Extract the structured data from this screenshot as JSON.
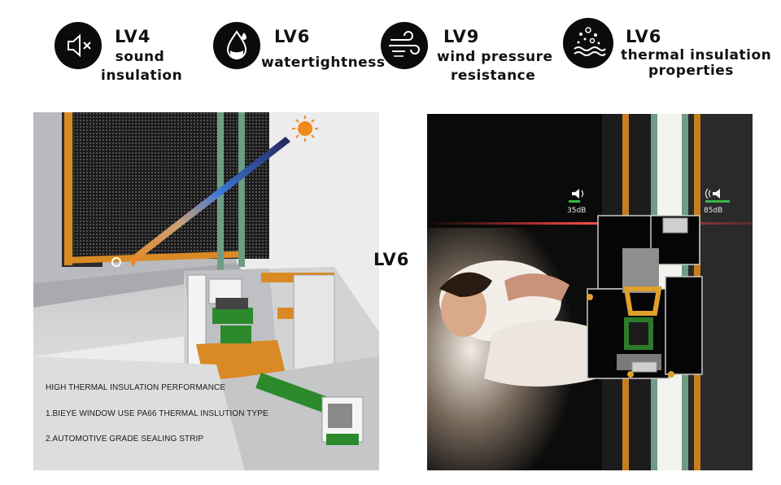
{
  "badges": [
    {
      "icon": "speaker-mute-icon",
      "level": "LV4",
      "line1": "sound",
      "line2": "insulation"
    },
    {
      "icon": "water-drop-icon",
      "level": "LV6",
      "line1": "watertightness",
      "line2": ""
    },
    {
      "icon": "wind-icon",
      "level": "LV9",
      "line1": "wind pressure",
      "line2": "resistance"
    },
    {
      "icon": "thermal-particles-icon",
      "level": "LV6",
      "line1": "thermal insulation",
      "line2": "properties"
    }
  ],
  "left_panel": {
    "caption_title": "HIGH THERMAL INSULATION PERFORMANCE",
    "caption_1": "1.BIEYE WINDOW USE PA66 THERMAL INSLUTION TYPE",
    "caption_2": "2.AUTOMOTIVE GRADE SEALING STRIP"
  },
  "center_label": "LV6",
  "right_panel": {
    "indoor_db": "35dB",
    "outdoor_db": "85dB"
  },
  "colors": {
    "accent_orange": "#e08a1a",
    "seal_green": "#2c7a2c",
    "glass_green": "#6f9c84"
  }
}
